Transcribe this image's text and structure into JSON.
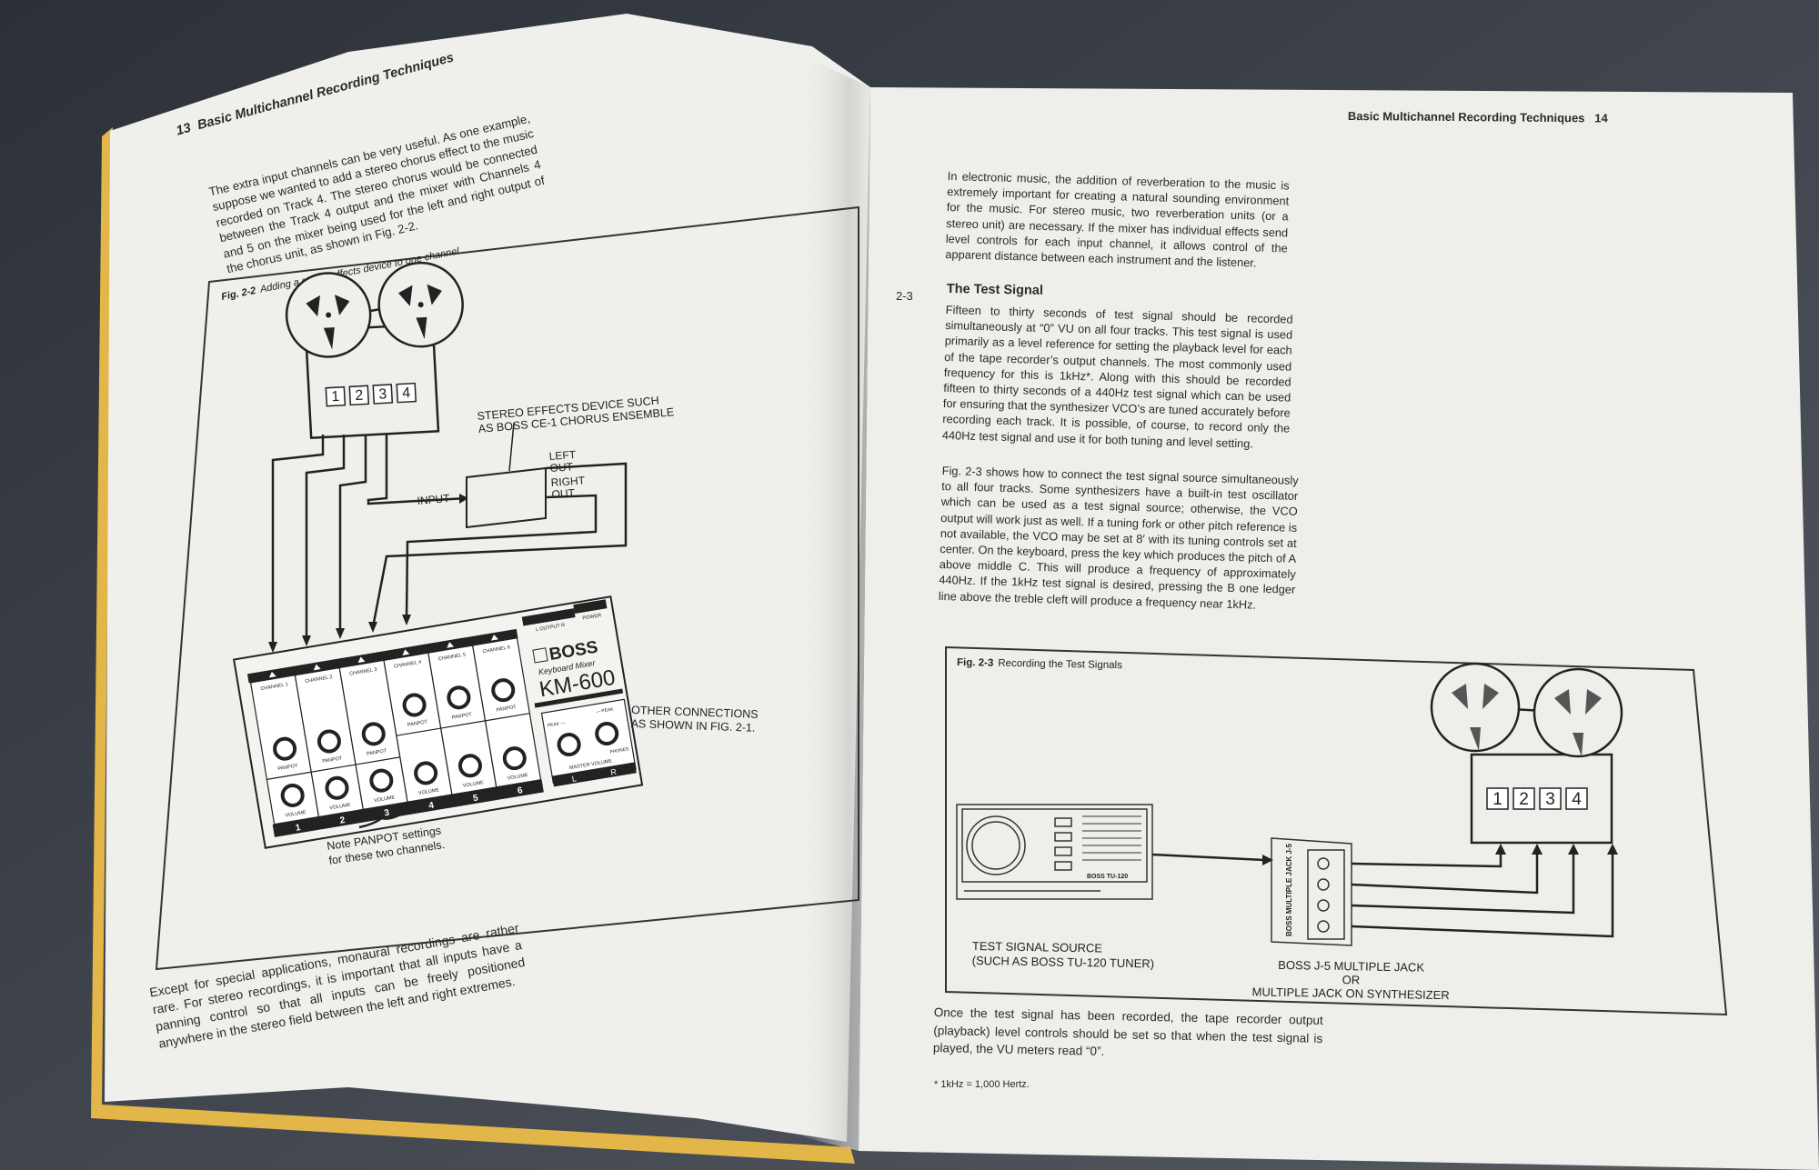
{
  "left_page": {
    "page_number": "13",
    "running_head": "Basic Multichannel Recording Techniques",
    "paragraph_1": "The extra input channels can be very useful. As one example, suppose we wanted to add a stereo chorus effect to the music recorded on Track 4. The stereo chorus would be connected between the Track 4 output and the mixer with Channels 4 and 5 on the mixer being used for the left and right output of the chorus unit, as shown in Fig. 2-2.",
    "figure": {
      "number": "Fig. 2-2",
      "caption": "Adding a stereo effects device to one channel",
      "tracks": [
        "1",
        "2",
        "3",
        "4"
      ],
      "effects_label_1": "STEREO EFFECTS DEVICE SUCH",
      "effects_label_2": "AS BOSS CE-1 CHORUS ENSEMBLE",
      "left_out_1": "LEFT",
      "left_out_2": "OUT",
      "right_out_1": "RIGHT",
      "right_out_2": "OUT",
      "input_label": "INPUT",
      "mixer": {
        "brand": "BOSS",
        "subtitle": "Keyboard Mixer",
        "model": "KM-600",
        "channels": [
          "CHANNEL 1",
          "CHANNEL 2",
          "CHANNEL 3",
          "CHANNEL 4",
          "CHANNEL 5",
          "CHANNEL 6"
        ],
        "channel_numbers": [
          "1",
          "2",
          "3",
          "4",
          "5",
          "6"
        ],
        "panpot_label": "PANPOT",
        "volume_label": "VOLUME",
        "output_label": "L   OUTPUT   R",
        "power_label": "POWER",
        "peak_left": "PEAK —",
        "peak_right": "— PEAK",
        "master_volume": "MASTER VOLUME",
        "phones": "PHONES",
        "left": "L",
        "right": "R"
      },
      "other_connections_1": "OTHER CONNECTIONS",
      "other_connections_2": "AS SHOWN IN FIG. 2-1.",
      "note_1": "Note PANPOT settings",
      "note_2": "for these two channels."
    },
    "paragraph_2": "Except for special applications, monaural recordings are rather rare. For stereo recordings, it is important that all inputs have a panning control so that all inputs can be freely positioned anywhere in the stereo field between the left and right extremes."
  },
  "right_page": {
    "running_head": "Basic Multichannel Recording Techniques",
    "page_number": "14",
    "paragraph_1": "In electronic music, the addition of reverberation to the music is extremely important for creating a natural sounding environment for the music. For stereo music, two reverberation units (or a stereo unit) are necessary. If the mixer has individual effects send level controls for each input channel, it allows control of the apparent distance between each instrument and the listener.",
    "section_number": "2-3",
    "section_title": "The Test Signal",
    "paragraph_2": "Fifteen to thirty seconds of test signal should be recorded simultaneously at “0” VU on all four tracks. This test signal is used primarily as a level reference for setting the playback level for each of the tape recorder’s output channels. The most commonly used frequency for this is 1kHz*. Along with this should be recorded fifteen to thirty seconds of a 440Hz test signal which can be used for ensuring that the synthesizer VCO’s are tuned accurately before recording each track. It is possible, of course, to record only the 440Hz test signal and use it for both tuning and level setting.",
    "paragraph_3": "Fig. 2-3 shows how to connect the test signal source simultaneously to all four tracks. Some synthesizers have a built-in test oscillator which can be used as a test signal source; otherwise, the VCO output will work just as well. If a tuning fork or other pitch reference is not available, the VCO may be set at 8′ with its tuning controls set at center. On the keyboard, press the key which produces the pitch of A above middle C. This will produce a frequency of approximately 440Hz. If the 1kHz test signal is desired, pressing the B one ledger line above the treble cleft will produce a frequency near 1kHz.",
    "figure": {
      "number": "Fig. 2-3",
      "caption": "Recording the Test Signals",
      "tracks": [
        "1",
        "2",
        "3",
        "4"
      ],
      "tuner_badge": "BOSS TU-120",
      "jack_badge": "BOSS MULTIPLE JACK J-5",
      "source_label_1": "TEST SIGNAL SOURCE",
      "source_label_2": "(SUCH AS BOSS TU-120 TUNER)",
      "jack_label_1": "BOSS J-5 MULTIPLE JACK",
      "jack_label_2": "OR",
      "jack_label_3": "MULTIPLE JACK ON SYNTHESIZER"
    },
    "paragraph_4": "Once the test signal has been recorded, the tape recorder output (playback) level controls should be set so that when the test signal is played, the VU meters read “0”.",
    "footnote": "* 1kHz = 1,000 Hertz."
  },
  "colors": {
    "background": "#3b4048",
    "page": "#efefec",
    "page_edge": "#e2b648",
    "ink": "#222222"
  }
}
